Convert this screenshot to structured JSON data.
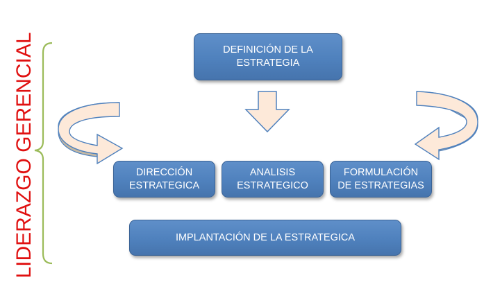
{
  "side_label": "LIDERAZGO GERENCIAL",
  "boxes": {
    "definicion": "DEFINICIÓN DE LA\nESTRATEGIA",
    "direccion": "DIRECCIÓN\nESTRATEGICA",
    "analisis": "ANALISIS\nESTRATEGICO",
    "formulacion": "FORMULACIÓN\nDE ESTRATEGIAS",
    "implantacion": "IMPLANTACIÓN DE LA ESTRATEGICA"
  },
  "colors": {
    "box_fill": "#4f81bd",
    "box_text": "#ffffff",
    "label_red": "#e01010",
    "bracket_green": "#9bbb59",
    "arrow_fill": "#fde9d9",
    "arrow_stroke": "#4f81bd",
    "curve_band": "#c4b8a4"
  }
}
